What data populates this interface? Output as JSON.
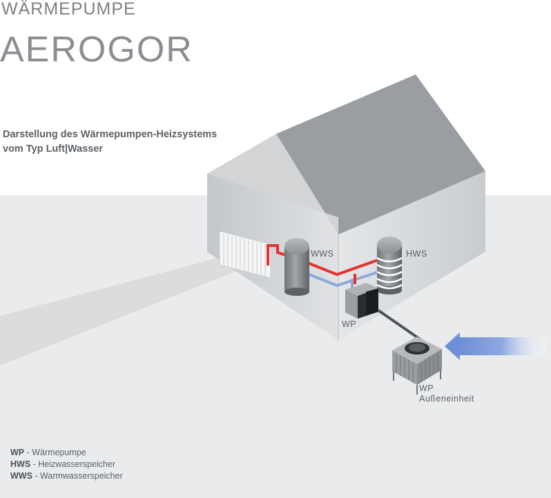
{
  "header": {
    "title_small": "WÄRMEPUMPE",
    "title_big": "AEROGOR"
  },
  "description": {
    "line1": "Darstellung des Wärmepumpen-Heizsystems",
    "line2": "vom Typ Luft|Wasser"
  },
  "labels": {
    "wws": "WWS",
    "hws": "HWS",
    "wp": "WP",
    "outdoor_line1": "WP",
    "outdoor_line2": "Außeneinheit"
  },
  "legend": [
    {
      "abbr": "WP",
      "text": " - Wärmepumpe"
    },
    {
      "abbr": "HWS",
      "text": " - Heizwasserspeicher"
    },
    {
      "abbr": "WWS",
      "text": " - Warmwasserspeicher"
    }
  ],
  "colors": {
    "hot_pipe": "#e8302c",
    "cold_pipe": "#8fa8dc",
    "air_flow": "#6d8fd8",
    "ground": "#e9ebec"
  }
}
